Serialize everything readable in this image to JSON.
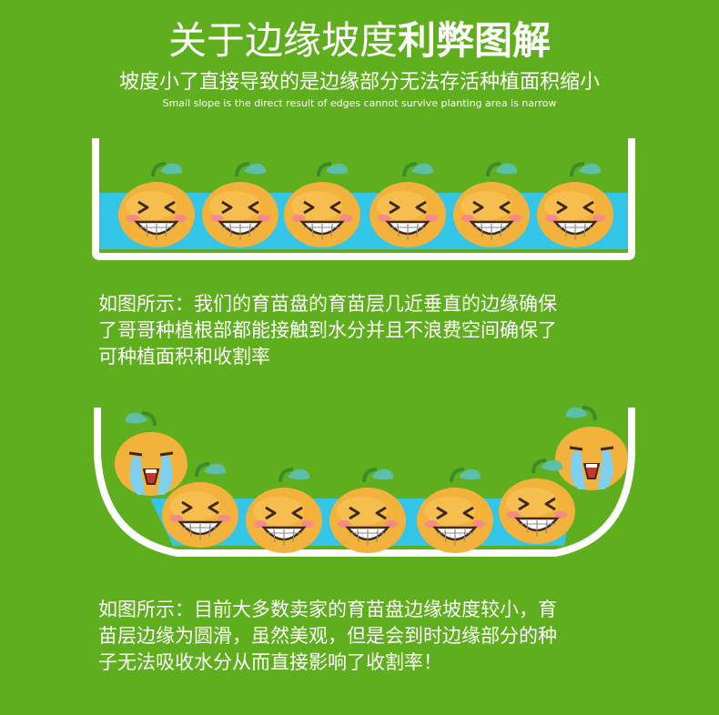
{
  "header": {
    "title_light": "关于边缘坡度",
    "title_bold": "利弊图解",
    "subtitle": "坡度小了直接导致的是边缘部分无法存活种植面积缩小",
    "english": "Small slope is the direct result of edges cannot survive planting area is narrow"
  },
  "section1": {
    "lines": [
      "如图所示：我们的育苗盘的育苗层几近垂直的边缘确保",
      "了哥哥种植根部都能接触到水分并且不浪费空间确保了",
      "可种植面积和收割率"
    ]
  },
  "section2": {
    "lines": [
      "如图所示：目前大多数卖家的育苗盘边缘坡度较小，育",
      "苗层边缘为圆滑，虽然美观，但是会到时边缘部分的种",
      "子无法吸收水分从而直接影响了收割率！"
    ]
  },
  "colors": {
    "background": "#5fae1e",
    "water": "#34c6e8",
    "tray": "#ffffff",
    "fruit": "#f3b23c"
  },
  "icons": {
    "happy": "laughing-orange-icon",
    "crying": "crying-orange-icon"
  }
}
